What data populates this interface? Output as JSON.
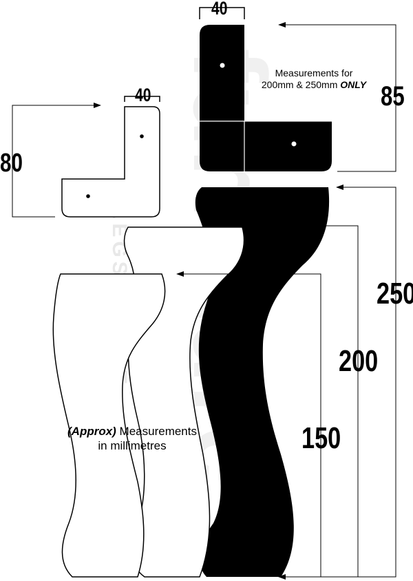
{
  "watermark": {
    "brand": "furniture",
    "tagline": "LEGS & FEET"
  },
  "corner_bracket_small": {
    "width_label": "40",
    "height_label": "80"
  },
  "corner_bracket_large": {
    "width_label": "40",
    "height_label": "85",
    "note_line1": "Measurements for",
    "note_line2_prefix": "200mm & 250mm ",
    "note_line2_emphasis": "ONLY"
  },
  "legs": {
    "heights": [
      "250",
      "200",
      "150"
    ],
    "note_emphasis": "(Approx)",
    "note_rest": " Measurements",
    "note_line2": "in millimetres"
  },
  "colors": {
    "ink": "#000000",
    "paper": "#ffffff",
    "watermark": "#f0f0f0"
  }
}
